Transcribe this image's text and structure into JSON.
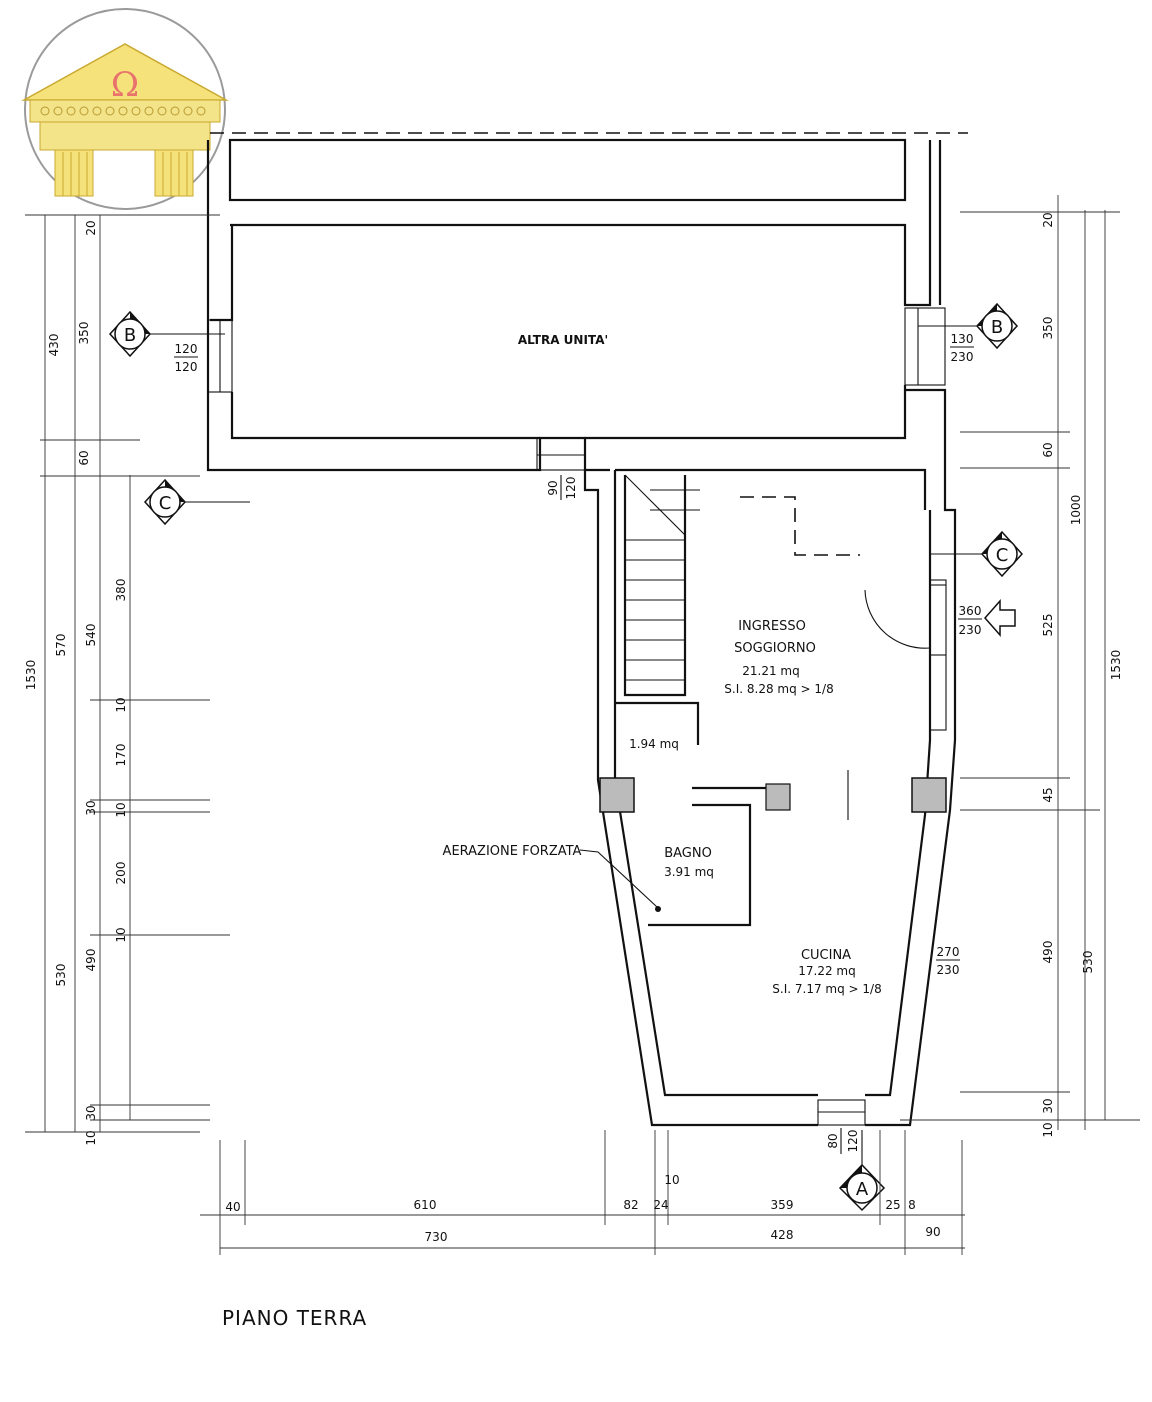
{
  "logo": {
    "symbol": "Ω",
    "colors": {
      "pediment": "#f5e27a",
      "columns": "#f3e48a",
      "symbol": "#e8736c",
      "ring": "#999999"
    }
  },
  "title": "PIANO TERRA",
  "rooms": {
    "altra_unita": {
      "name": "ALTRA UNITA'"
    },
    "ingresso": {
      "name1": "INGRESSO",
      "name2": "SOGGIORNO",
      "area": "21.21 mq",
      "ratio": "S.I. 8.28 mq > 1/8"
    },
    "disimpegno": {
      "area": "1.94 mq"
    },
    "bagno": {
      "name": "BAGNO",
      "area": "3.91 mq"
    },
    "cucina": {
      "name": "CUCINA",
      "area": "17.22 mq",
      "ratio": "S.I. 7.17 mq > 1/8"
    }
  },
  "notes": {
    "aerazione": "AERAZIONE FORZATA"
  },
  "sections": {
    "A": "A",
    "B": "B",
    "C": "C"
  },
  "openings": {
    "b_left_top": "120",
    "b_left_bottom": "120",
    "b_right_top": "130",
    "b_right_bottom": "230",
    "entry_top": "360",
    "entry_bottom": "230",
    "cucina_top": "270",
    "cucina_bottom": "230",
    "pass_a": "90",
    "pass_b": "120",
    "south_a": "80",
    "south_b": "120"
  },
  "dims_left_outer": [
    "430",
    "1530",
    "530"
  ],
  "dims_left_mid": [
    "20",
    "350",
    "60",
    "570"
  ],
  "dims_left_inner": [
    "380",
    "540",
    "10",
    "170",
    "30",
    "10",
    "200",
    "10",
    "490",
    "30",
    "10"
  ],
  "dims_right_inner": [
    "20",
    "350",
    "60",
    "525",
    "45",
    "490",
    "30",
    "10"
  ],
  "dims_right_outer": [
    "1000",
    "1530",
    "530"
  ],
  "dims_bottom_1": [
    "40",
    "610",
    "82",
    "24",
    "10",
    "359",
    "25",
    "8"
  ],
  "dims_bottom_2": [
    "730",
    "428",
    "90"
  ]
}
